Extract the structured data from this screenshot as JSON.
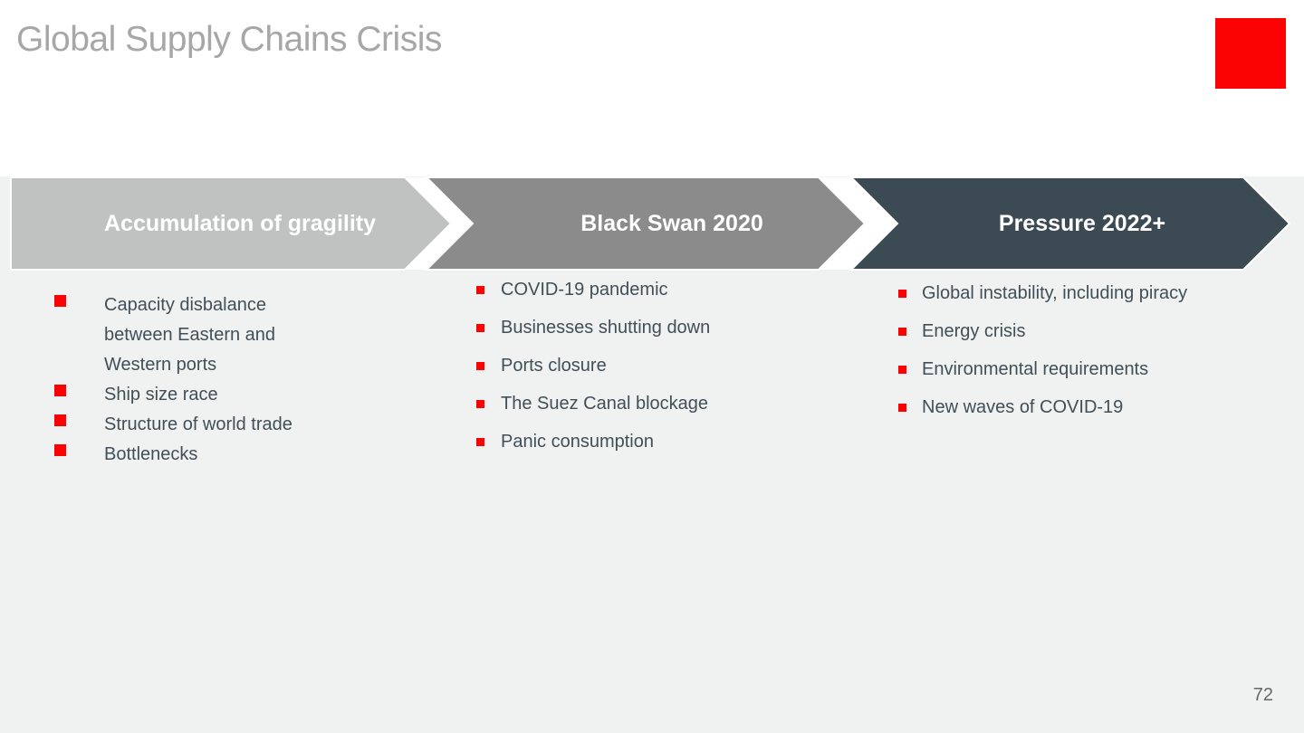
{
  "slide": {
    "title": "Global Supply Chains Crisis",
    "page_number": "72"
  },
  "colors": {
    "background_panel": "#f0f1f1",
    "title_gray": "#a7a7a7",
    "body_text": "#414f58",
    "accent_red": "#fb0303",
    "separator_white": "#ffffff",
    "stage1_fill": "#c0c2c1",
    "stage2_fill": "#8a8b8a",
    "stage3_fill": "#3b4a53"
  },
  "stages": [
    {
      "label": "Accumulation of gragility",
      "bullets": [
        "Capacity disbalance between Eastern and Western ports",
        "Ship size race",
        "Structure of world trade",
        "Bottlenecks"
      ]
    },
    {
      "label": "Black Swan 2020",
      "bullets": [
        "COVID-19 pandemic",
        "Businesses shutting down",
        "Ports closure",
        "The Suez Canal blockage",
        "Panic consumption"
      ]
    },
    {
      "label": "Pressure 2022+",
      "bullets": [
        "Global instability, including piracy",
        "Energy crisis",
        "Environmental requirements",
        "New waves of COVID-19"
      ]
    }
  ]
}
